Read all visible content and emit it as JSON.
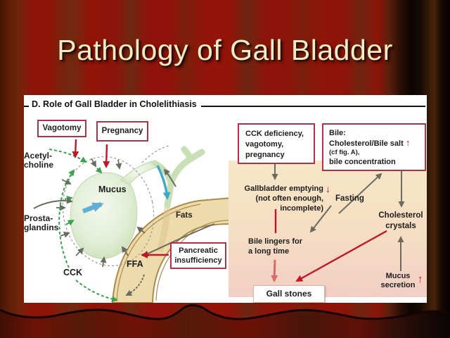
{
  "slide": {
    "title": "Pathology of Gall Bladder"
  },
  "diagram": {
    "header": "D. Role of Gall Bladder in Cholelithiasis",
    "vagotomy": "Vagotomy",
    "pregnancy": "Pregnancy",
    "acetylcholine": [
      "Acetyl-",
      "choline"
    ],
    "prostaglandins": [
      "Prosta-",
      "glandins"
    ],
    "cck": "CCK",
    "mucus": "Mucus",
    "fats": "Fats",
    "ffa": "FFA",
    "pancreatic_insufficiency": [
      "Pancreatic",
      "insufficiency"
    ],
    "cck_deficiency": [
      "CCK deficiency,",
      "vagotomy,",
      "pregnancy"
    ],
    "bile_box": {
      "l1": "Bile:",
      "l2": "Cholesterol/Bile salt",
      "up": "↑",
      "l3": "(cf fig. A),",
      "l4": "bile concentration"
    },
    "gb_emptying": {
      "l1": "Gallbladder emptying",
      "down": "↓",
      "l2": "(not often enough,",
      "l3": "incomplete)"
    },
    "fasting": "Fasting",
    "cholesterol_crystals": [
      "Cholesterol",
      "crystals"
    ],
    "bile_lingers": [
      "Bile lingers for",
      "a long time"
    ],
    "mucus_secretion": {
      "l1": "Mucus",
      "l2": "secretion",
      "up": "↑"
    },
    "gall_stones": "Gall stones"
  },
  "colors": {
    "slide_bg_red": "#8e1408",
    "title_text": "#f2ecc4",
    "box_border": "#b03246",
    "arrow_red": "#c01828",
    "arrow_pink_red": "#d96a6a",
    "arrow_gray": "#6b6b60",
    "arrow_green": "#3aa34f",
    "arrow_teal": "#3fa9c9",
    "mucus_arrow_blue": "#63aed6",
    "right_panel_bg": "#f6e3c4",
    "duodenum_fill": "#eedbab",
    "gallbladder_fill": "#dcead0"
  }
}
